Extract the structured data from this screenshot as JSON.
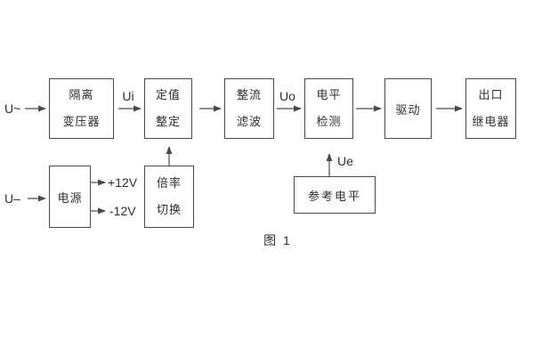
{
  "diagram": {
    "caption": "图 1",
    "inputs": {
      "ac_input": "U~",
      "dc_input": "U–"
    },
    "signal_labels": {
      "ui": "Ui",
      "uo": "Uo",
      "ue": "Ue"
    },
    "power_outputs": {
      "positive": "+12V",
      "negative": "-12V"
    },
    "blocks": {
      "isolation_transformer": {
        "line1": "隔离",
        "line2": "变压器"
      },
      "setting_adjust": {
        "line1": "定值",
        "line2": "整定"
      },
      "rectifier_filter": {
        "line1": "整流",
        "line2": "滤波"
      },
      "level_detect": {
        "line1": "电平",
        "line2": "检测"
      },
      "driver": {
        "label": "驱动"
      },
      "output_relay": {
        "line1": "出口",
        "line2": "继电器"
      },
      "power_supply": {
        "label": "电源"
      },
      "ratio_switch": {
        "line1": "倍率",
        "line2": "切换"
      },
      "reference_level": {
        "label": "参考电平"
      }
    },
    "colors": {
      "line": "#4a4a4a",
      "text": "#2e2e2e",
      "background": "#ffffff"
    }
  }
}
